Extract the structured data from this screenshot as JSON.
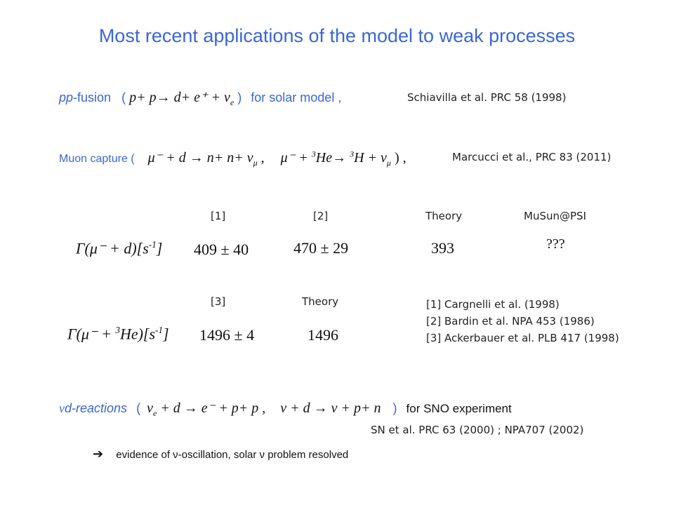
{
  "title": "Most recent applications of the model to weak processes",
  "pp": {
    "label": "pp",
    "label_rest": "-fusion",
    "open_paren": "(",
    "equation": "p+ p→ d+ e⁺ + ν",
    "nu_sub": "e",
    "close_paren": ")",
    "suffix": "for solar model ,",
    "ref": "Schiavilla et al. PRC 58 (1998)"
  },
  "muon": {
    "label": "Muon capture (",
    "eq1": "μ⁻ + d → n+ n+ ν",
    "eq1_sub": "μ",
    "comma1": ",",
    "eq2_a": "μ⁻ + ",
    "eq2_sup": "3",
    "eq2_b": "He→ ",
    "eq2_sup2": "3",
    "eq2_c": "H + ν",
    "eq2_sub": "μ",
    "close": ")",
    "comma2": ",",
    "ref": "Marcucci et al., PRC 83 (2011)"
  },
  "table1": {
    "headers": [
      "[1]",
      "[2]",
      "Theory",
      "MuSun@PSI"
    ],
    "rate_label_a": "Γ(μ⁻ + d)[s",
    "rate_label_sup": "-1",
    "rate_label_b": "]",
    "values": [
      "409 ± 40",
      "470 ± 29",
      "393",
      "???"
    ]
  },
  "table2": {
    "headers": [
      "[3]",
      "Theory"
    ],
    "rate_label_a": "Γ(μ⁻ + ",
    "rate_label_sup": "3",
    "rate_label_b": "He)[s",
    "rate_label_sup2": "-1",
    "rate_label_c": "]",
    "values": [
      "1496 ± 4",
      "1496"
    ]
  },
  "references": [
    "[1] Cargnelli et al. (1998)",
    "[2] Bardin et al. NPA 453 (1986)",
    "[3] Ackerbauer et al. PLB 417 (1998)"
  ],
  "nu": {
    "label_nu": "ν",
    "label_rest": "d-reactions",
    "open_paren": "(",
    "eq1": "ν",
    "eq1_sub": "e",
    "eq1_rest": " + d → e⁻ + p+ p ,",
    "eq2": "ν  + d → ν + p+ n",
    "close_paren": ")",
    "suffix": "for SNO experiment",
    "ref": "SN et al. PRC 63 (2000) ; NPA707 (2002)"
  },
  "conclusion": {
    "arrow": "➔",
    "text": "evidence of ν-oscillation,  solar ν problem resolved"
  }
}
